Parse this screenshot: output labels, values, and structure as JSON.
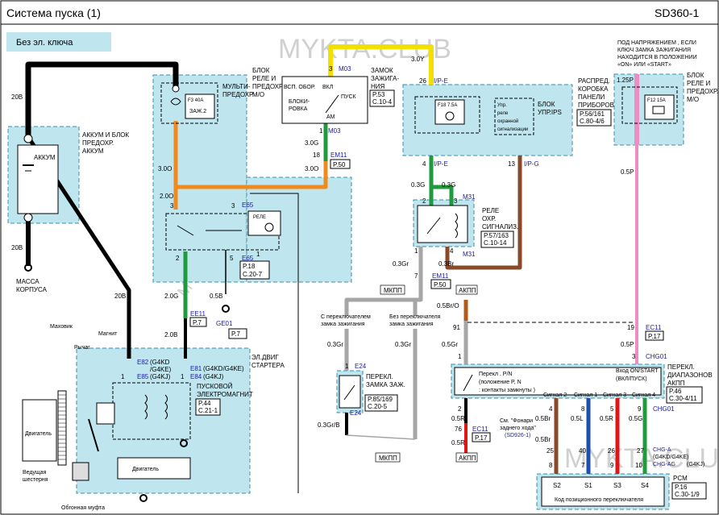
{
  "header": {
    "title": "Система   пуска (1)",
    "code": "SD360-1"
  },
  "no_key_label": "Без  эл.  ключа",
  "watermarks": [
    "MYKTA.CLUB",
    "MYKTA.CLUB",
    "MYKTA.CLUB"
  ],
  "battery": {
    "block_label": [
      "АККУМ И БЛОК",
      "ПРЕДОХР.",
      "АККУМ"
    ],
    "name": "АККУМ",
    "wire_top": "20B",
    "wire_bottom": "20B",
    "ground": [
      "МАССА",
      "КОРПУСА"
    ]
  },
  "relay_block": {
    "label": [
      "МУЛЬТИ-",
      "ПРЕДОХР."
    ],
    "label_right": [
      "БЛОК",
      "РЕЛЕ И",
      "ПРЕДОХР.",
      "М/О"
    ],
    "fuse": "F3 40A",
    "fuse_name": "ЗАЖ.2",
    "wire_30o_a": "3.0O",
    "wire_30o_b": "3.0O",
    "wire_20o": "2.0O",
    "relay_pins": [
      "3",
      "2",
      "5",
      "1"
    ],
    "relay_code": "E65",
    "relay_small": "РЕЛЕ",
    "conn_code": "E65",
    "conn_page": [
      "P.18",
      "C.20-7"
    ],
    "wire_20g": "2.0G",
    "wire_05b": "0.5B",
    "ground_code": "GE01",
    "ground_page": "P.7",
    "ee11": "EE11",
    "ee11_page": "P.7",
    "wire_20b_a": "2.0B",
    "wire_20b_b": "20B"
  },
  "ignition": {
    "label": [
      "ЗАМОК",
      "ЗАЖИГА-",
      "НИЯ"
    ],
    "page": [
      "P.53",
      "C.10-4"
    ],
    "positions": [
      "ВСП. ОБОР.",
      "ВКЛ",
      "ПУСК",
      "БЛОКИ-",
      "РОВКА",
      "АМ"
    ],
    "pin_top": "3",
    "code_top": "M03",
    "wire_yellow": "3.0Y",
    "pin_bottom": "1",
    "code_bottom": "M03",
    "wire_30g": "3.0G",
    "pin_em11": "18",
    "em11": "EM11",
    "em11_page": "P.50"
  },
  "dash_fuse": {
    "label": [
      "РАСПРЕД.",
      "КОРОБКА",
      "ПАНЕЛИ",
      "ПРИБОРОВ"
    ],
    "page": [
      "P.56/161",
      "C.80-4/6"
    ],
    "fuse": "F18 7.5A",
    "pin_top": "26",
    "code_top": "I/P-E",
    "ips_label": [
      "Упр.",
      "реле",
      "охранной",
      "сигнализации"
    ],
    "ips_block": [
      "БЛОК",
      "УПР.IPS"
    ],
    "pin4": "4",
    "code4": "I/P-E",
    "pin13": "13",
    "code13": "I/P-G"
  },
  "alarm_relay": {
    "label": [
      "РЕЛЕ",
      "ОХР.",
      "СИГНАЛИЗ."
    ],
    "page": [
      "P.57/163",
      "C.10-14"
    ],
    "wire_a": "0.3G",
    "wire_b": "0.3G",
    "code": "M31",
    "pins": [
      "2",
      "3",
      "1",
      "4"
    ],
    "wire_c": "0.3Gr",
    "wire_d": "0.3Br",
    "code2": "M31",
    "pin7": "7",
    "em11": "EM11",
    "em11_page": "P.50"
  },
  "ecm_relay": {
    "label": [
      "ПОД НАПРЯЖЕНИЕМ , ЕСЛИ",
      "КЛЮЧ ЗАМКА ЗАЖИГАНИЯ",
      "НАХОДИТСЯ В ПОЛОЖЕНИИ",
      "«ON» ИЛИ «START»"
    ],
    "block": [
      "БЛОК",
      "РЕЛЕ И",
      "ПРЕДОХР.",
      "М/О"
    ],
    "wire_top": "1.25P",
    "fuse": "F12 15A",
    "wire_05p": "0.5P",
    "pin19": "19",
    "ec11": "EC11",
    "ec11_page": "P.17",
    "wire_05p_b": "0.5P",
    "pin3": "3",
    "chg01": "CHG01"
  },
  "tags": {
    "mkpp_top": "МКПП",
    "akpp_top": "АКПП",
    "mkpp_bottom": "МКПП",
    "akpp_bottom": "АКПП",
    "sw_lock": [
      "С переключателем",
      "замка   зажигания"
    ],
    "no_sw_lock": [
      "Без  переключателя",
      "замка  зажигания"
    ],
    "wire_05bro": "0.5Br/O",
    "pin91": "91",
    "wire_05gr": "0.5Gr",
    "pin1": "1"
  },
  "ign_switch": {
    "label": [
      "ПЕРЕКЛ.",
      "ЗАМКА ЗАЖ."
    ],
    "page": [
      "P.85/169",
      "C.20-5"
    ],
    "pin_top": "1",
    "code": "E24",
    "pin_bottom": "2",
    "code2": "E24",
    "wire_a": "0.3Gr",
    "wire_b": "0.3Gr",
    "wire_c": "0.3Gr/B"
  },
  "range_switch": {
    "label": [
      "ПЕРЕКЛ.",
      "ДИАПАЗОНОВ",
      "АКПП"
    ],
    "page": [
      "P.46",
      "C.30-4/11"
    ],
    "pn_label": [
      "Перекл . P/N",
      "(положение  P, N",
      ": контакты  замкнуты )"
    ],
    "start_label": [
      "Вход ON/START",
      "(ВКЛ/ПУСК)"
    ],
    "signals": [
      "Сигнал 2",
      "Сигнал 1",
      "Сигнал 3",
      "Сигнал 4"
    ],
    "pins_top": [
      "4",
      "8",
      "5",
      "9"
    ],
    "wires": [
      "0.5Br",
      "0.5L",
      "0.5R",
      "0.5G"
    ],
    "chg01": "CHG01",
    "pin2": "2",
    "wire_05r": "0.5R",
    "pin76": "76",
    "ec11": "EC11",
    "ec11_page": "P.17",
    "wire_05r_b": "0.5R",
    "note": [
      "См. \"Фонари",
      "заднего хода\"",
      "(SD926-1)"
    ],
    "wire_05br": "0.5Br",
    "pins_mid": [
      "25",
      "40",
      "26",
      "27"
    ],
    "chg_a": "CHG-A",
    "chg_a_note": "(G4KD/G4KE)",
    "chg_ag": "CHG-AG",
    "chg_ag_note": "(G4KJ)",
    "pins_bot": [
      "8",
      "7",
      "9",
      "10"
    ]
  },
  "pcm": {
    "label": "PCM",
    "page": [
      "P.16",
      "C.30-1/9"
    ],
    "pins": [
      "S2",
      "S1",
      "S3",
      "S4"
    ],
    "footer": "Код позиционного переключателя"
  },
  "starter": {
    "label": [
      "ЭЛ.ДВИГ",
      "СТАРТЕРА"
    ],
    "e82": "E82",
    "e82_note": [
      "(G4KD",
      "/G4KE)"
    ],
    "e85": "E85",
    "e85_note": "(G4KJ)",
    "e81": "E81",
    "e81_note": "(G4KD/G4KE)",
    "e84": "E84",
    "e84_note": "(G4KJ)",
    "pin1a": "1",
    "pin1b": "1",
    "magnet_label": [
      "ПУСКОВОЙ",
      "ЭЛЕКТРОМАГНИТ"
    ],
    "page": [
      "P.44",
      "C.21-1"
    ],
    "flywheel": "Маховик",
    "lever": "Рычаг",
    "magnet": "Магнит",
    "engine": "Двигатель",
    "motor": "Двигатель",
    "gear": [
      "Ведущая",
      "шестерня"
    ],
    "clutch": "Обгонная  муфта"
  },
  "colors": {
    "black": "#000000",
    "orange": "#f08a1e",
    "yellow": "#f2e000",
    "green": "#1f9a3c",
    "brown": "#8a4a2a",
    "pink": "#ec8ec4",
    "gray": "#a6a6a6",
    "blue": "#1d4fb0",
    "red": "#e01616",
    "block_fill": "#bfe6ef"
  }
}
